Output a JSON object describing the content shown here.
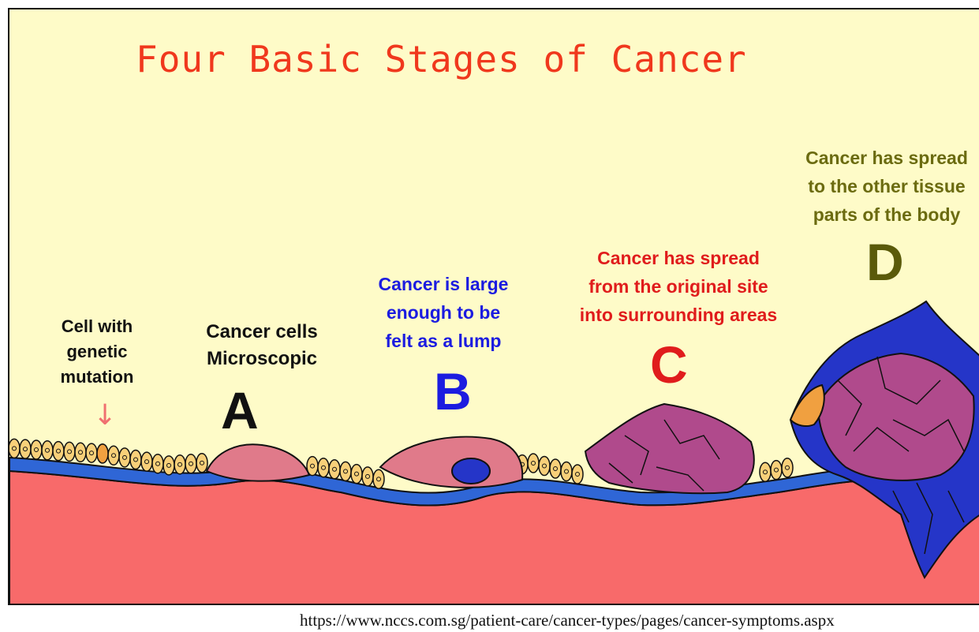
{
  "title": "Four Basic Stages of Cancer",
  "labels": {
    "mutation": "Cell with\ngenetic\nmutation",
    "stage_a_text": "Cancer cells\nMicroscopic",
    "stage_b_text": "Cancer is large\nenough to be\nfelt as a lump",
    "stage_c_text": "Cancer has spread\nfrom the original site\ninto surrounding areas",
    "stage_d_text": "Cancer has spread\nto the other tissue\nparts of the body"
  },
  "stages": {
    "a": "A",
    "b": "B",
    "c": "C",
    "d": "D"
  },
  "arrow_glyph": "↓",
  "source_url": "https://www.nccs.com.sg/patient-care/cancer-types/pages/cancer-symptoms.aspx",
  "colors": {
    "background": "#fefbc8",
    "title": "#f0381d",
    "tissue": "#f86a6a",
    "membrane": "#2f66d6",
    "normal_cell": "#f8d079",
    "tumor_cell": "#e07a8a",
    "invasive_cell": "#b04a8c",
    "metastatic_cell": "#2535c8",
    "stage_b": "#1c1ce0",
    "stage_c": "#e01c1c",
    "stage_d": "#6b6b10"
  }
}
